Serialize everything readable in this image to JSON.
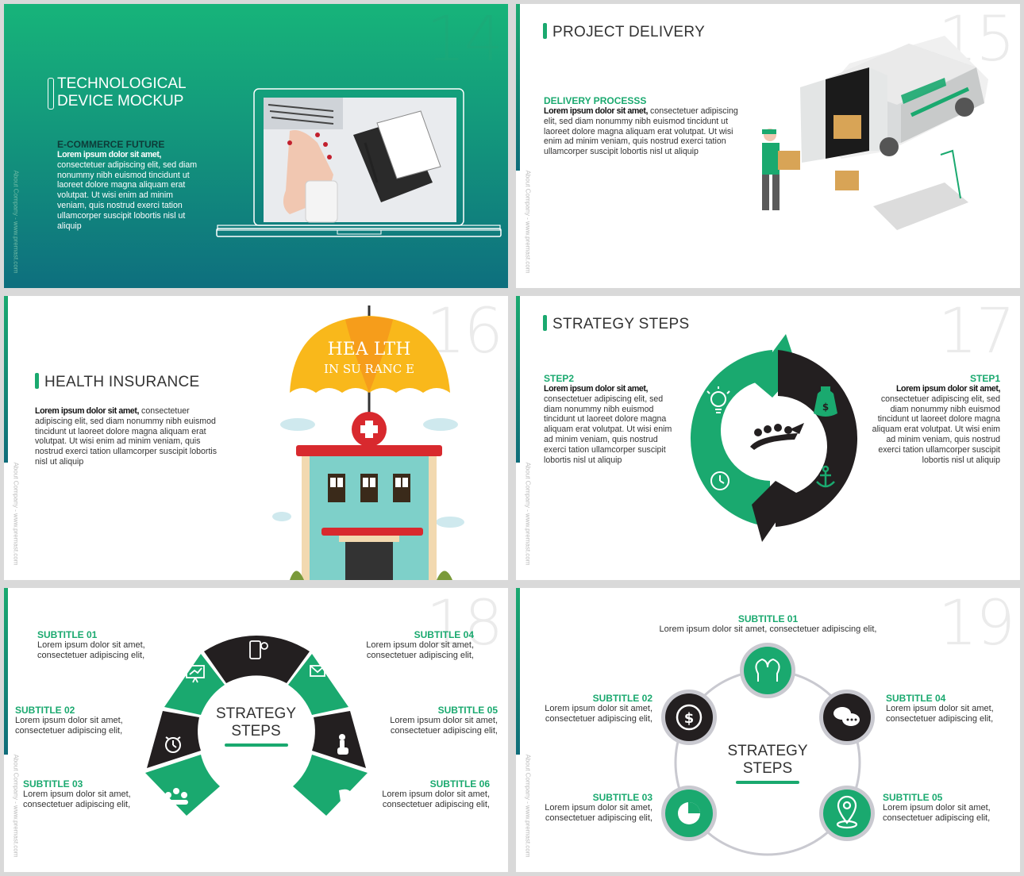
{
  "colors": {
    "accent": "#1aa96f",
    "dark": "#231f20",
    "bg": "#d9d9d9"
  },
  "watermark": "About Company - www.premast.com",
  "slide14": {
    "number": "14",
    "title_line1": "TECHNOLOGICAL",
    "title_line2": "DEVICE MOCKUP",
    "subtitle": "E-COMMERCE  FUTURE",
    "body_bold": "Lorem ipsum dolor sit amet,",
    "body": "consectetuer adipiscing elit, sed diam nonummy nibh euismod tincidunt ut laoreet dolore magna aliquam erat volutpat. Ut wisi enim ad minim veniam, quis nostrud exerci tation ullamcorper suscipit lobortis nisl ut aliquip"
  },
  "slide15": {
    "number": "15",
    "title": "PROJECT DELIVERY",
    "subtitle": "DELIVERY PROCESSS",
    "body_bold": "Lorem ipsum dolor sit amet,",
    "body": "consectetuer adipiscing elit, sed diam nonummy nibh euismod tincidunt ut laoreet dolore magna aliquam erat volutpat. Ut wisi enim ad minim veniam, quis nostrud exerci tation ullamcorper suscipit lobortis nisl ut aliquip"
  },
  "slide16": {
    "number": "16",
    "title": "HEALTH INSURANCE",
    "umbrella_line1": "HEA LTH",
    "umbrella_line2": "IN SU RANC E",
    "body_bold": "Lorem ipsum dolor sit amet,",
    "body": "consectetuer adipiscing elit, sed diam nonummy nibh euismod tincidunt ut laoreet dolore magna aliquam erat volutpat. Ut wisi enim ad minim veniam, quis nostrud exerci tation ullamcorper suscipit lobortis nisl ut aliquip"
  },
  "slide17": {
    "number": "17",
    "title": "STRATEGY STEPS",
    "step2_label": "STEP2",
    "step1_label": "STEP1",
    "body_bold": "Lorem ipsum dolor sit amet,",
    "body": "consectetuer adipiscing elit, sed diam nonummy nibh euismod tincidunt ut laoreet dolore magna aliquam erat volutpat. Ut wisi enim ad minim veniam, quis nostrud exerci tation ullamcorper suscipit lobortis nisl ut aliquip"
  },
  "slide18": {
    "number": "18",
    "center_line1": "STRATEGY",
    "center_line2": "STEPS",
    "items": [
      {
        "title": "SUBTITLE 01",
        "line1": "Lorem ipsum dolor sit amet,",
        "line2": "consectetuer adipiscing elit,"
      },
      {
        "title": "SUBTITLE 02",
        "line1": "Lorem ipsum dolor sit amet,",
        "line2": "consectetuer adipiscing elit,"
      },
      {
        "title": "SUBTITLE 03",
        "line1": "Lorem ipsum dolor sit amet,",
        "line2": "consectetuer adipiscing elit,"
      },
      {
        "title": "SUBTITLE 04",
        "line1": "Lorem ipsum dolor sit amet,",
        "line2": "consectetuer adipiscing elit,"
      },
      {
        "title": "SUBTITLE 05",
        "line1": "Lorem ipsum dolor sit amet,",
        "line2": "consectetuer adipiscing elit,"
      },
      {
        "title": "SUBTITLE 06",
        "line1": "Lorem ipsum dolor sit amet,",
        "line2": "consectetuer adipiscing elit,"
      }
    ]
  },
  "slide19": {
    "number": "19",
    "center_line1": "STRATEGY",
    "center_line2": "STEPS",
    "top_title": "SUBTITLE 01",
    "top_text": "Lorem ipsum dolor sit amet, consectetuer adipiscing elit,",
    "items": [
      {
        "title": "SUBTITLE 02",
        "line1": "Lorem ipsum dolor sit amet,",
        "line2": "consectetuer adipiscing elit,"
      },
      {
        "title": "SUBTITLE 03",
        "line1": "Lorem ipsum dolor sit amet,",
        "line2": "consectetuer adipiscing elit,"
      },
      {
        "title": "SUBTITLE 04",
        "line1": "Lorem ipsum dolor sit amet,",
        "line2": "consectetuer adipiscing elit,"
      },
      {
        "title": "SUBTITLE 05",
        "line1": "Lorem ipsum dolor sit amet,",
        "line2": "consectetuer adipiscing elit,"
      }
    ]
  }
}
